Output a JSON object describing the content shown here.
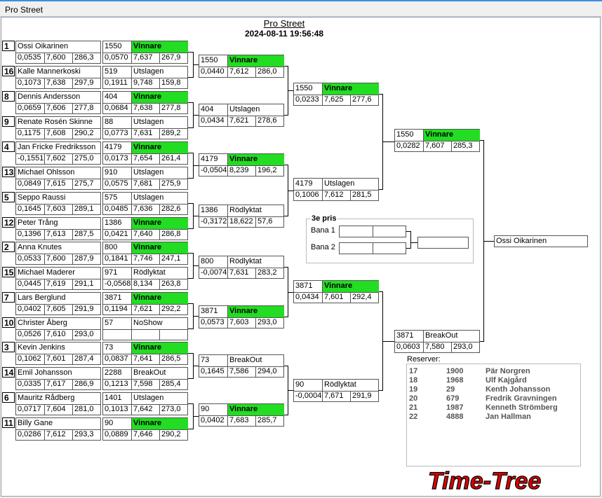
{
  "window": {
    "title": "Pro Street"
  },
  "header": {
    "title": "Pro Street",
    "datetime": "2024-08-11 19:56:48"
  },
  "round1": [
    {
      "seed": "1",
      "name": "Ossi Oikarinen",
      "rt": "0,0535",
      "et": "7,600",
      "speed": "286,3",
      "id": "1550",
      "status": "Vinnare",
      "rt2": "0,0570",
      "et2": "7,637",
      "speed2": "267,9",
      "win": true
    },
    {
      "seed": "16",
      "name": "Kalle Mannerkoski",
      "rt": "0,1073",
      "et": "7,638",
      "speed": "297,9",
      "id": "519",
      "status": "Utslagen",
      "rt2": "0,1911",
      "et2": "9,748",
      "speed2": "159,8",
      "win": false
    },
    {
      "seed": "8",
      "name": "Dennis Andersson",
      "rt": "0,0659",
      "et": "7,606",
      "speed": "277,8",
      "id": "404",
      "status": "Vinnare",
      "rt2": "0,0684",
      "et2": "7,638",
      "speed2": "277,8",
      "win": true
    },
    {
      "seed": "9",
      "name": "Renate Rosén Skinne",
      "rt": "0,1175",
      "et": "7,608",
      "speed": "290,2",
      "id": "88",
      "status": "Utslagen",
      "rt2": "0,0773",
      "et2": "7,631",
      "speed2": "289,2",
      "win": false
    },
    {
      "seed": "4",
      "name": "Jan Fricke Fredriksson",
      "rt": "-0,1551",
      "et": "7,602",
      "speed": "275,0",
      "id": "4179",
      "status": "Vinnare",
      "rt2": "0,0173",
      "et2": "7,654",
      "speed2": "261,4",
      "win": true
    },
    {
      "seed": "13",
      "name": "Michael Ohlsson",
      "rt": "0,0849",
      "et": "7,615",
      "speed": "275,7",
      "id": "910",
      "status": "Utslagen",
      "rt2": "0,0575",
      "et2": "7,681",
      "speed2": "275,9",
      "win": false
    },
    {
      "seed": "5",
      "name": "Seppo Raussi",
      "rt": "0,1645",
      "et": "7,603",
      "speed": "289,1",
      "id": "575",
      "status": "Utslagen",
      "rt2": "0,0485",
      "et2": "7,636",
      "speed2": "282,6",
      "win": false
    },
    {
      "seed": "12",
      "name": "Peter Trång",
      "rt": "0,1396",
      "et": "7,613",
      "speed": "287,5",
      "id": "1386",
      "status": "Vinnare",
      "rt2": "0,0421",
      "et2": "7,640",
      "speed2": "286,8",
      "win": true
    },
    {
      "seed": "2",
      "name": "Anna Knutes",
      "rt": "0,0533",
      "et": "7,600",
      "speed": "287,9",
      "id": "800",
      "status": "Vinnare",
      "rt2": "0,1841",
      "et2": "7,746",
      "speed2": "247,1",
      "win": true
    },
    {
      "seed": "15",
      "name": "Michael Maderer",
      "rt": "0,0445",
      "et": "7,619",
      "speed": "291,1",
      "id": "971",
      "status": "Rödlyktat",
      "rt2": "-0,0568",
      "et2": "8,134",
      "speed2": "263,8",
      "win": false
    },
    {
      "seed": "7",
      "name": "Lars Berglund",
      "rt": "0,0402",
      "et": "7,605",
      "speed": "291,9",
      "id": "3871",
      "status": "Vinnare",
      "rt2": "0,1194",
      "et2": "7,621",
      "speed2": "292,2",
      "win": true
    },
    {
      "seed": "10",
      "name": "Christer Åberg",
      "rt": "0,0526",
      "et": "7,610",
      "speed": "293,0",
      "id": "57",
      "status": "NoShow",
      "rt2": "",
      "et2": "",
      "speed2": "",
      "win": false
    },
    {
      "seed": "3",
      "name": "Kevin Jenkins",
      "rt": "0,1062",
      "et": "7,601",
      "speed": "287,4",
      "id": "73",
      "status": "Vinnare",
      "rt2": "0,0837",
      "et2": "7,641",
      "speed2": "286,5",
      "win": true
    },
    {
      "seed": "14",
      "name": "Emil Johansson",
      "rt": "0,0335",
      "et": "7,617",
      "speed": "286,9",
      "id": "2288",
      "status": "BreakOut",
      "rt2": "0,1213",
      "et2": "7,598",
      "speed2": "285,4",
      "win": false
    },
    {
      "seed": "6",
      "name": "Mauritz Rådberg",
      "rt": "0,0717",
      "et": "7,604",
      "speed": "281,0",
      "id": "1401",
      "status": "Utslagen",
      "rt2": "0,1013",
      "et2": "7,642",
      "speed2": "273,0",
      "win": false
    },
    {
      "seed": "11",
      "name": "Billy Gane",
      "rt": "0,0286",
      "et": "7,612",
      "speed": "293,3",
      "id": "90",
      "status": "Vinnare",
      "rt2": "0,0889",
      "et2": "7,646",
      "speed2": "290,2",
      "win": true
    }
  ],
  "round2": [
    {
      "id": "1550",
      "status": "Vinnare",
      "rt": "0,0440",
      "et": "7,612",
      "speed": "286,0",
      "win": true
    },
    {
      "id": "404",
      "status": "Utslagen",
      "rt": "0,0434",
      "et": "7,621",
      "speed": "278,6",
      "win": false
    },
    {
      "id": "4179",
      "status": "Vinnare",
      "rt": "-0,0504",
      "et": "8,239",
      "speed": "196,2",
      "win": true
    },
    {
      "id": "1386",
      "status": "Rödlyktat",
      "rt": "-0,3172",
      "et": "18,622",
      "speed": "57,6",
      "win": false
    },
    {
      "id": "800",
      "status": "Rödlyktat",
      "rt": "-0,0074",
      "et": "7,631",
      "speed": "283,2",
      "win": false
    },
    {
      "id": "3871",
      "status": "Vinnare",
      "rt": "0,0573",
      "et": "7,603",
      "speed": "293,0",
      "win": true
    },
    {
      "id": "73",
      "status": "BreakOut",
      "rt": "0,1645",
      "et": "7,586",
      "speed": "294,0",
      "win": false
    },
    {
      "id": "90",
      "status": "Vinnare",
      "rt": "0,0402",
      "et": "7,683",
      "speed": "285,7",
      "win": true
    }
  ],
  "round3": [
    {
      "id": "1550",
      "status": "Vinnare",
      "rt": "0,0233",
      "et": "7,625",
      "speed": "277,6",
      "win": true
    },
    {
      "id": "4179",
      "status": "Utslagen",
      "rt": "0,1006",
      "et": "7,612",
      "speed": "281,5",
      "win": false
    },
    {
      "id": "3871",
      "status": "Vinnare",
      "rt": "0,0434",
      "et": "7,601",
      "speed": "292,4",
      "win": true
    },
    {
      "id": "90",
      "status": "Rödlyktat",
      "rt": "-0,0004",
      "et": "7,671",
      "speed": "291,9",
      "win": false
    }
  ],
  "round4": [
    {
      "id": "1550",
      "status": "Vinnare",
      "rt": "0,0282",
      "et": "7,607",
      "speed": "285,3",
      "win": true
    },
    {
      "id": "3871",
      "status": "BreakOut",
      "rt": "0,0603",
      "et": "7,580",
      "speed": "293,0",
      "win": false
    }
  ],
  "winner": "Ossi Oikarinen",
  "third": {
    "label": "3e pris",
    "lane1": "Bana 1",
    "lane2": "Bana 2"
  },
  "reserves": {
    "label": "Reserver:",
    "rows": [
      {
        "n": "17",
        "id": "1900",
        "name": "Pär  Norgren"
      },
      {
        "n": "18",
        "id": "1968",
        "name": "Ulf Kajgård"
      },
      {
        "n": "19",
        "id": "29",
        "name": "Kenth Johansson"
      },
      {
        "n": "20",
        "id": "679",
        "name": "Fredrik Gravningen"
      },
      {
        "n": "21",
        "id": "1987",
        "name": "Kenneth Strömberg"
      },
      {
        "n": "22",
        "id": "4888",
        "name": "Jan Hallman"
      }
    ]
  },
  "logo": {
    "text": "Time-Tree",
    "color": "#dd0000"
  }
}
